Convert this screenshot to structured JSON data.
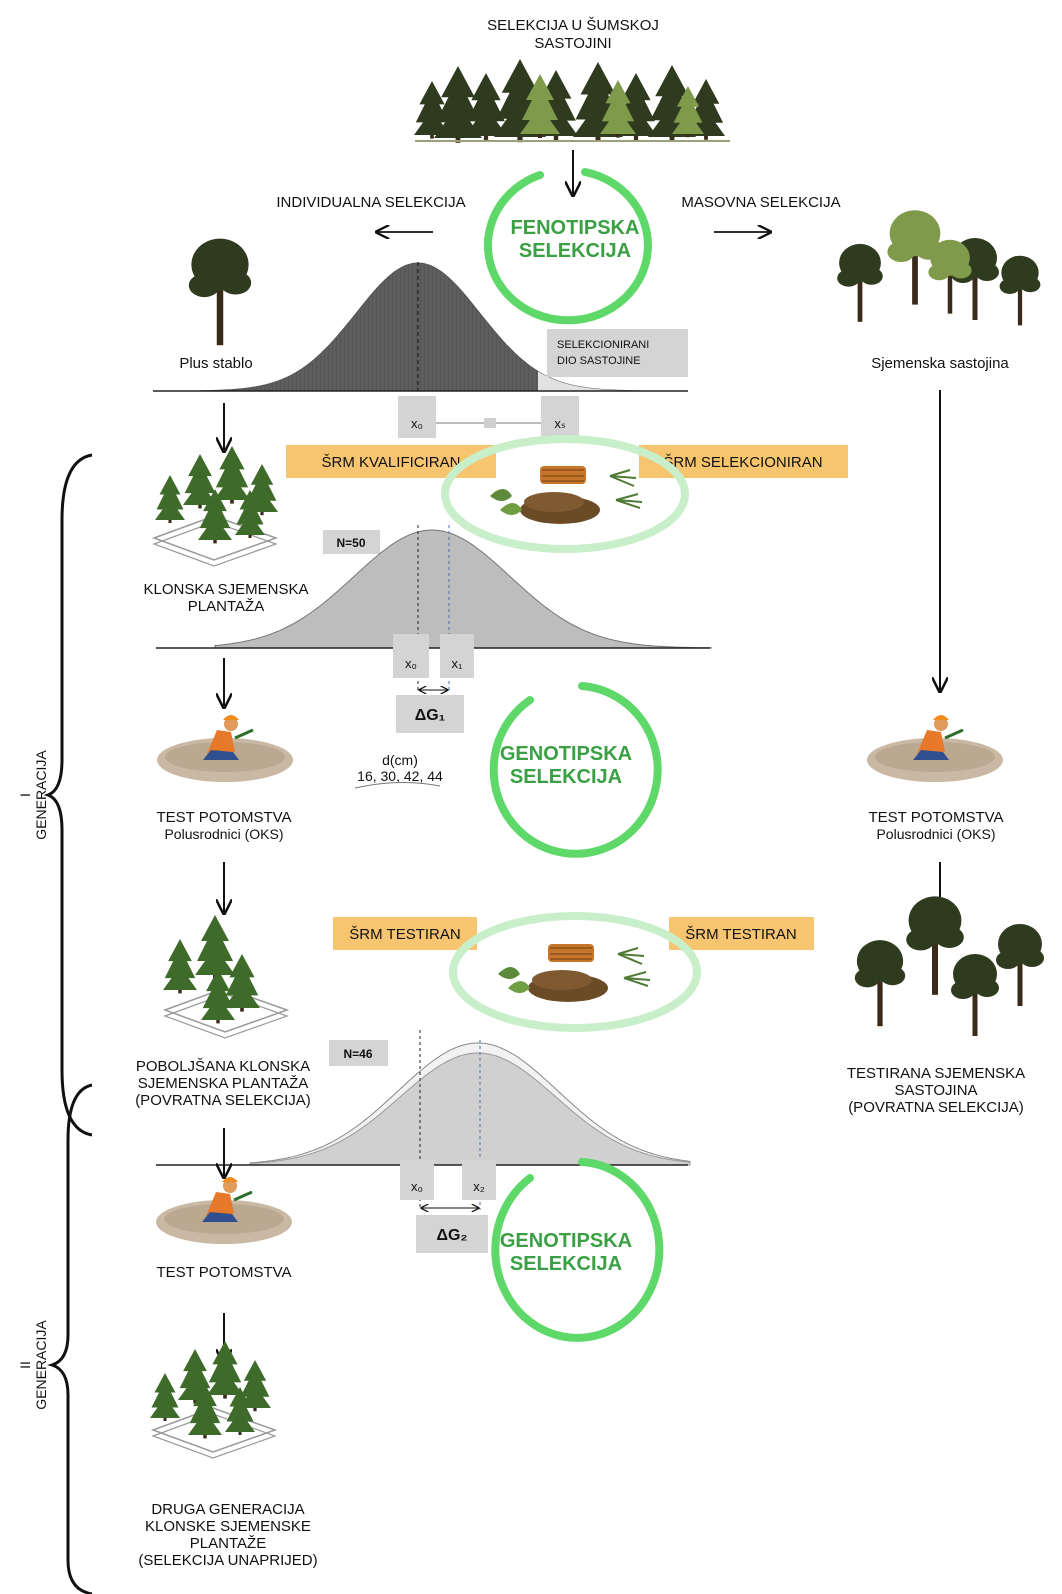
{
  "title": [
    "SELEKCIJA U ŠUMSKOJ",
    "SASTOJINI"
  ],
  "individual_label": "INDIVIDUALNA SELEKCIJA",
  "mass_label": "MASOVNA SELEKCIJA",
  "phenotypic": [
    "FENOTIPSKA",
    "SELEKCIJA"
  ],
  "genotypic": [
    "GENOTIPSKA",
    "SELEKCIJA"
  ],
  "plus_tree": "Plus stablo",
  "seed_stand": "Sjemenska sastojina",
  "selected_part": [
    "SELEKCIONIRANI",
    "DIO SASTOJINE"
  ],
  "tags": {
    "qualified": "ŠRM KVALIFICIRAN",
    "selected": "ŠRM SELEKCIONIRAN",
    "tested": "ŠRM TESTIRAN"
  },
  "symbols": {
    "x0": "x₀",
    "xs": "xₛ",
    "x1": "x₁",
    "x2": "x₂",
    "dg1": "ΔG₁",
    "dg2": "ΔG₂"
  },
  "n50": "N=50",
  "n46": "N=46",
  "clonal_plantation": [
    "KLONSKA SJEMENSKA",
    "PLANTAŽA"
  ],
  "progeny_test": [
    "TEST POTOMSTVA",
    "Polusrodnici (OKS)"
  ],
  "progeny_test_short": "TEST POTOMSTVA",
  "d_cm": [
    "d(cm)",
    "16, 30, 42, 44"
  ],
  "improved_plantation": [
    "POBOLJŠANA KLONSKA",
    "SJEMENSKA PLANTAŽA",
    "(POVRATNA SELEKCIJA)"
  ],
  "tested_stand": [
    "TESTIRANA SJEMENSKA",
    "SASTOJINA",
    "(POVRATNA SELEKCIJA)"
  ],
  "second_gen_plantation": [
    "DRUGA GENERACIJA",
    "KLONSKE SJEMENSKE",
    "PLANTAŽE",
    "(SELEKCIJA UNAPRIJED)"
  ],
  "generation_1": [
    "I",
    "GENERACIJA"
  ],
  "generation_2": [
    "II",
    "GENERACIJA"
  ],
  "colors": {
    "green_ring": "#5fd86a",
    "green_text": "#3aa043",
    "tag_orange": "#f7c46f",
    "tree_dark": "#2f3b1f",
    "tree_light": "#7f9a4b",
    "curve_dark": "#6f6f6f",
    "curve_light": "#c9c9c9"
  }
}
